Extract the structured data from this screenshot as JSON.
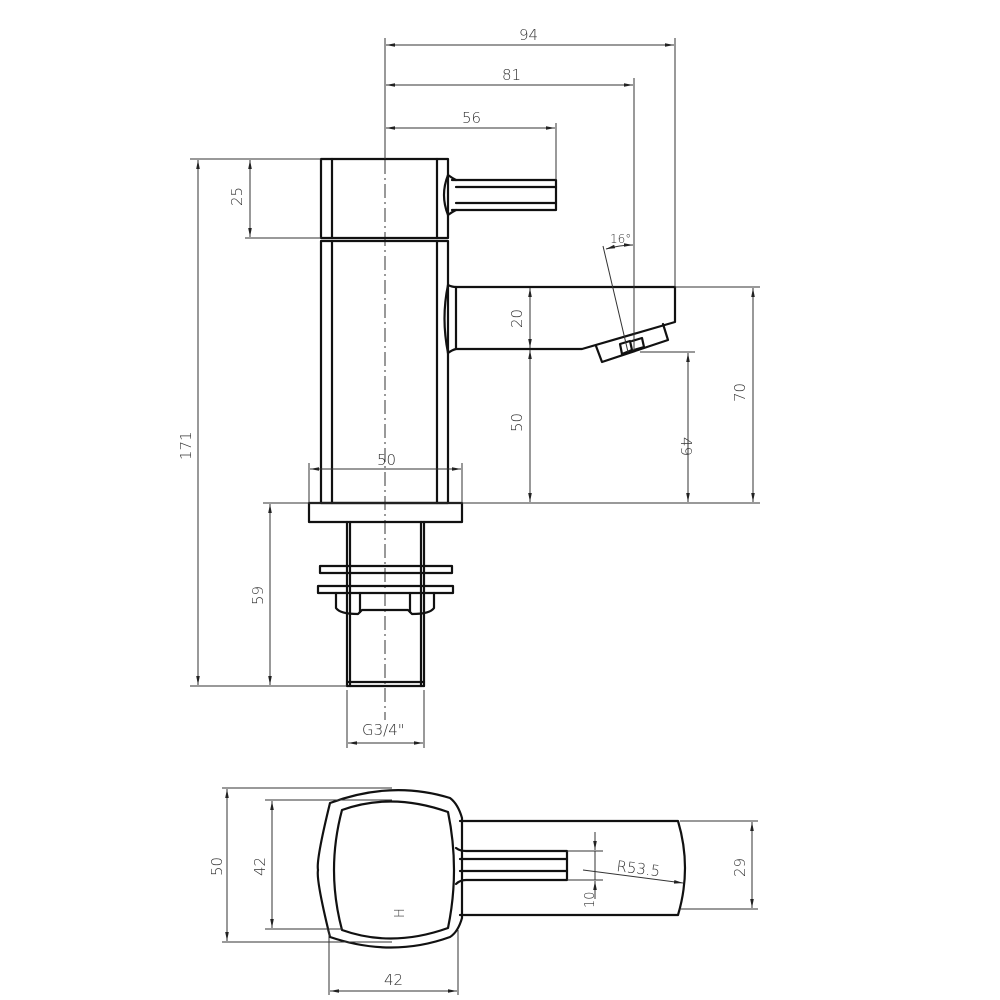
{
  "drawing": {
    "subject": "Basin tap (pillar faucet) technical drawing",
    "units": "mm",
    "line_color": "#111111",
    "background": "#ffffff"
  },
  "front_view": {
    "dimensions": {
      "handle_reach": "94",
      "spout_tip_reach": "81",
      "lever_reach": "56",
      "head_height": "25",
      "total_height": "171",
      "spout_thickness": "20",
      "spout_base_height": "50",
      "aerator_outlet_height": "49",
      "spout_top_height": "70",
      "base_width": "50",
      "tail_length": "59",
      "thread_size": "G3/4\"",
      "aerator_angle": "16°"
    }
  },
  "top_view": {
    "dimensions": {
      "outer_width": "50",
      "inner_width": "42",
      "body_depth": "42",
      "spout_width": "29",
      "lever_width": "10",
      "spout_end_radius": "R53.5"
    },
    "marking": "H"
  }
}
